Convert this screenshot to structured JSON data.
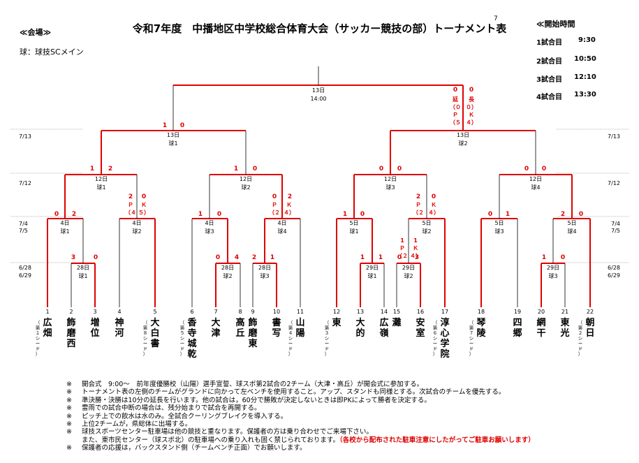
{
  "page_number": "7",
  "title": "令和7年度　中播地区中学校総合体育大会（サッカー競技の部）トーナメント表",
  "venue": {
    "heading": "≪会場≫",
    "value": "球：球技SCメイン"
  },
  "schedule": {
    "heading": "≪開始時間",
    "items": [
      {
        "label": "1試合目",
        "time": "9:30"
      },
      {
        "label": "2試合目",
        "time": "10:50"
      },
      {
        "label": "3試合目",
        "time": "12:10"
      },
      {
        "label": "4試合目",
        "time": "13:30"
      }
    ]
  },
  "date_labels": {
    "r5": "7/13",
    "r4": "7/12",
    "r3a": "7/4",
    "r3b": "7/5",
    "r1a": "6/28",
    "r1b": "6/29"
  },
  "teams": [
    {
      "num": "1",
      "name": "広畑",
      "seed": "（第１シード）"
    },
    {
      "num": "2",
      "name": "飾磨西",
      "seed": ""
    },
    {
      "num": "3",
      "name": "増位",
      "seed": ""
    },
    {
      "num": "4",
      "name": "神河",
      "seed": ""
    },
    {
      "num": "5",
      "name": "大白書",
      "seed": "（第８シード）"
    },
    {
      "num": "6",
      "name": "香寺城乾",
      "seed": "（第５シード）"
    },
    {
      "num": "7",
      "name": "大津",
      "seed": ""
    },
    {
      "num": "8",
      "name": "高丘",
      "seed": ""
    },
    {
      "num": "9",
      "name": "飾磨東",
      "seed": ""
    },
    {
      "num": "10",
      "name": "書写",
      "seed": ""
    },
    {
      "num": "11",
      "name": "山陽",
      "seed": "（第４シード）"
    },
    {
      "num": "12",
      "name": "東",
      "seed": "（第３シード）"
    },
    {
      "num": "13",
      "name": "大的",
      "seed": ""
    },
    {
      "num": "14",
      "name": "広嶺",
      "seed": ""
    },
    {
      "num": "15",
      "name": "灘",
      "seed": ""
    },
    {
      "num": "16",
      "name": "安室",
      "seed": ""
    },
    {
      "num": "17",
      "name": "淳心学院",
      "seed": "（第６シード）"
    },
    {
      "num": "18",
      "name": "琴陵",
      "seed": "（第７シード）"
    },
    {
      "num": "19",
      "name": "四郷",
      "seed": ""
    },
    {
      "num": "20",
      "name": "網干",
      "seed": ""
    },
    {
      "num": "21",
      "name": "東光",
      "seed": ""
    },
    {
      "num": "22",
      "name": "朝日",
      "seed": "（第２シード）"
    }
  ],
  "match_labels": [
    {
      "date": "28日",
      "court": "球1"
    },
    {
      "date": "28日",
      "court": "球2"
    },
    {
      "date": "28日",
      "court": "球3"
    },
    {
      "date": "29日",
      "court": "球1"
    },
    {
      "date": "29日",
      "court": "球2"
    },
    {
      "date": "29日",
      "court": "球3"
    },
    {
      "date": "4日",
      "court": "球1"
    },
    {
      "date": "4日",
      "court": "球2"
    },
    {
      "date": "4日",
      "court": "球3"
    },
    {
      "date": "4日",
      "court": "球4"
    },
    {
      "date": "5日",
      "court": "球1"
    },
    {
      "date": "5日",
      "court": "球2"
    },
    {
      "date": "5日",
      "court": "球3"
    },
    {
      "date": "5日",
      "court": "球4"
    },
    {
      "date": "12日",
      "court": "球1"
    },
    {
      "date": "12日",
      "court": "球2"
    },
    {
      "date": "12日",
      "court": "球3"
    },
    {
      "date": "12日",
      "court": "球4"
    },
    {
      "date": "13日",
      "court": "球1"
    },
    {
      "date": "13日",
      "court": "球2"
    },
    {
      "date": "13日",
      "court": "14:00"
    }
  ],
  "scores": [
    "3",
    "0",
    "0",
    "4",
    "2",
    "1",
    "1",
    "1",
    "0",
    "3",
    "1",
    "0",
    "0",
    "2",
    "2",
    "0",
    "1",
    "0",
    "0",
    "2",
    "1",
    "0",
    "2",
    "0",
    "0",
    "1",
    "2",
    "0",
    "1",
    "2",
    "1",
    "0",
    "0",
    "0",
    "0",
    "0"
  ],
  "pk_marks": [
    "２",
    "Ｐ",
    "（４",
    "Ｋ",
    "５）",
    "Ｐ",
    "（２",
    "Ｋ",
    "４）",
    "Ｐ",
    "（２",
    "Ｋ",
    "４）",
    "Ｐ",
    "（２",
    "Ｋ",
    "４）",
    "延",
    "（０",
    "Ｐ",
    "（５",
    "長",
    "０）",
    "Ｋ",
    "４）"
  ],
  "notes": {
    "marker": "※",
    "lines": [
      "開会式　9:00～　前年度優勝校（山陽）選手宣誓、球スポ第2試合の2チーム（大津・高丘）が開会式に参加する。",
      "トーナメント表の左側のチームがグランドに向かって左ベンチを使用すること。アップ、スタンドも同様とする。次試合のチームを優先する。",
      "準決勝・決勝は10分の延長を行います。他の試合は，60分で勝敗が決定しないときは即PKによって勝者を決定する。",
      "雷雨での試合中断の場合は、残分始まりで試合を再開する。",
      "ピッチ上での飲水は水のみ。全試合クーリングブレイクを導入する。",
      "上位2チームが，県総体に出場する。",
      "球技スポーツセンター駐車場は他の競技と重なります。保護者の方は乗り合わせでご来場下さい。",
      "保護者の応援は，バックスタンド側（チームベンチ正面）でお願いします。"
    ],
    "parking_line": "また、東市民センター（球スポ北）の駐車場への乗り入れも固く禁じられております。",
    "parking_red": "（各校から配布された駐車注意にしたがってご駐車お願いします）"
  }
}
